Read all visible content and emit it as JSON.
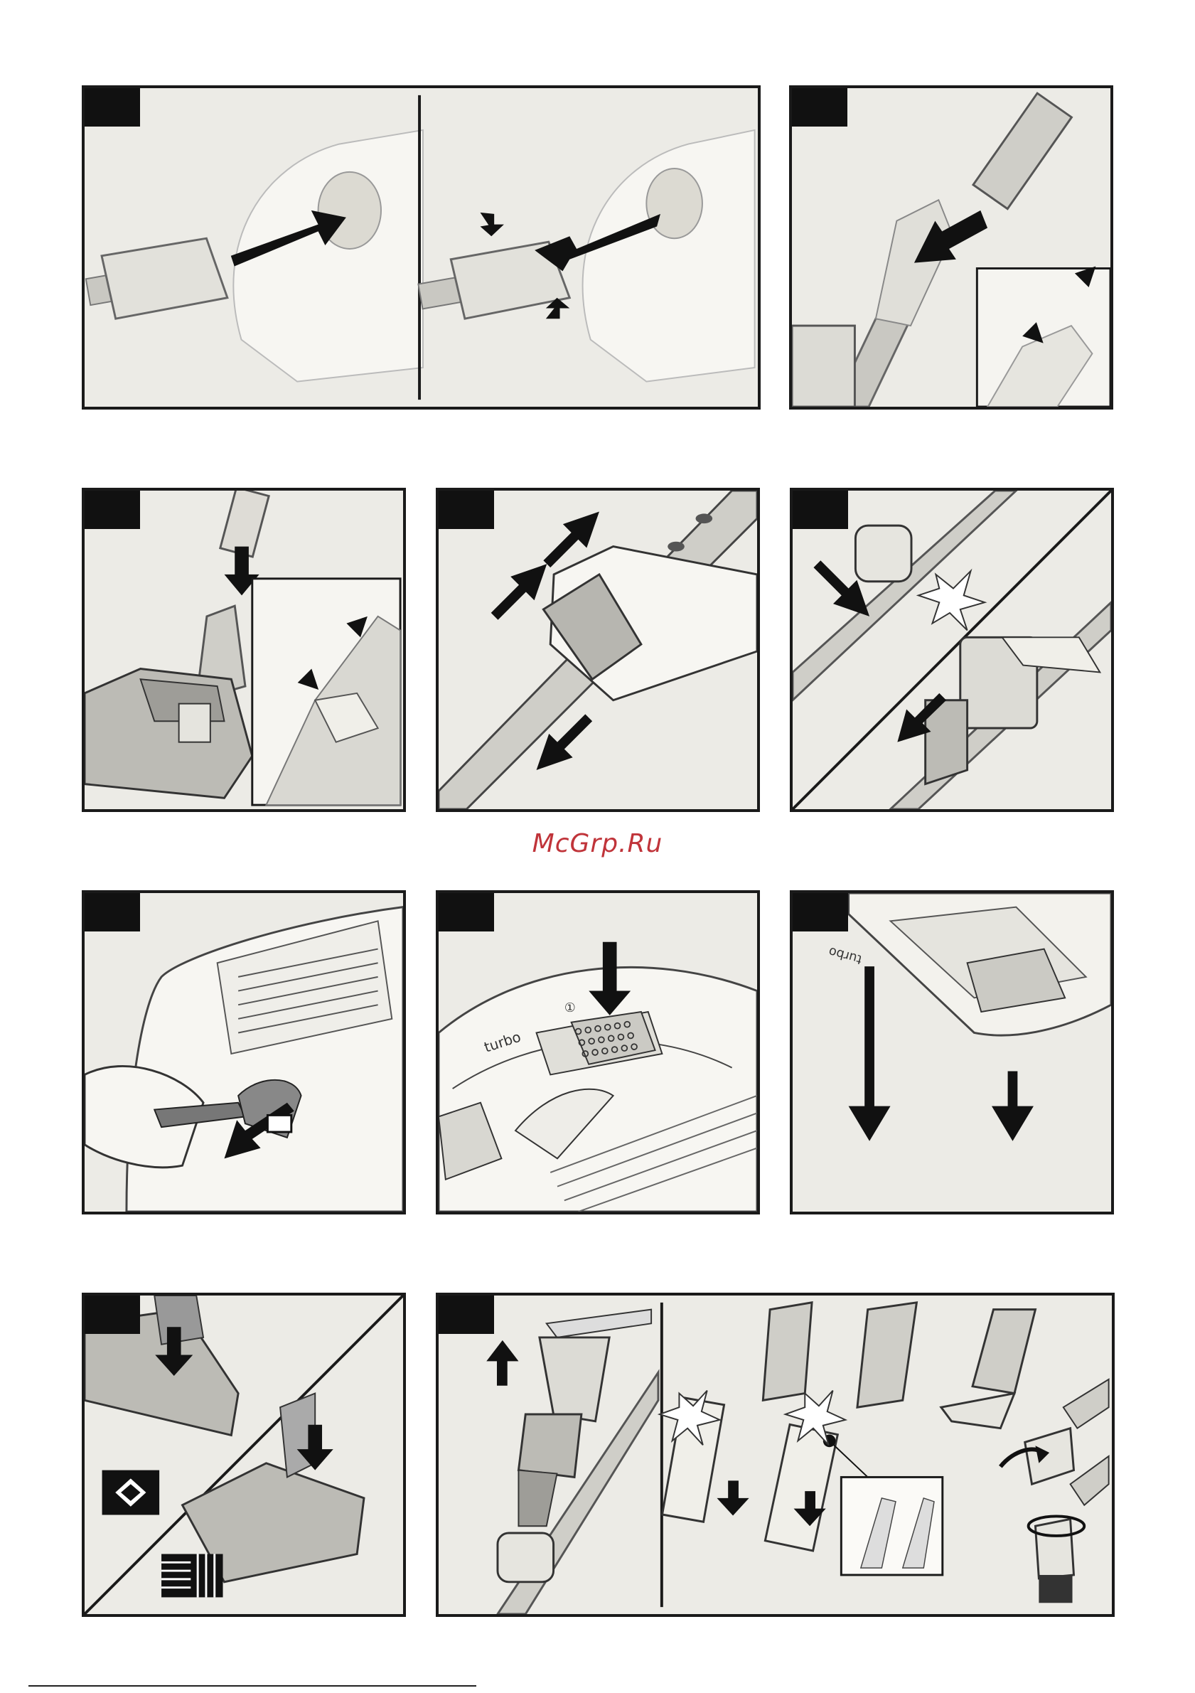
{
  "watermark": "McGrp.Ru",
  "labels": {
    "turbo_a": "turbo",
    "turbo_b": "turbo",
    "power_symbol": "①"
  },
  "colors": {
    "panel_bg": "#ecebe6",
    "border": "#1a1a1a",
    "watermark": "#c0343a"
  }
}
